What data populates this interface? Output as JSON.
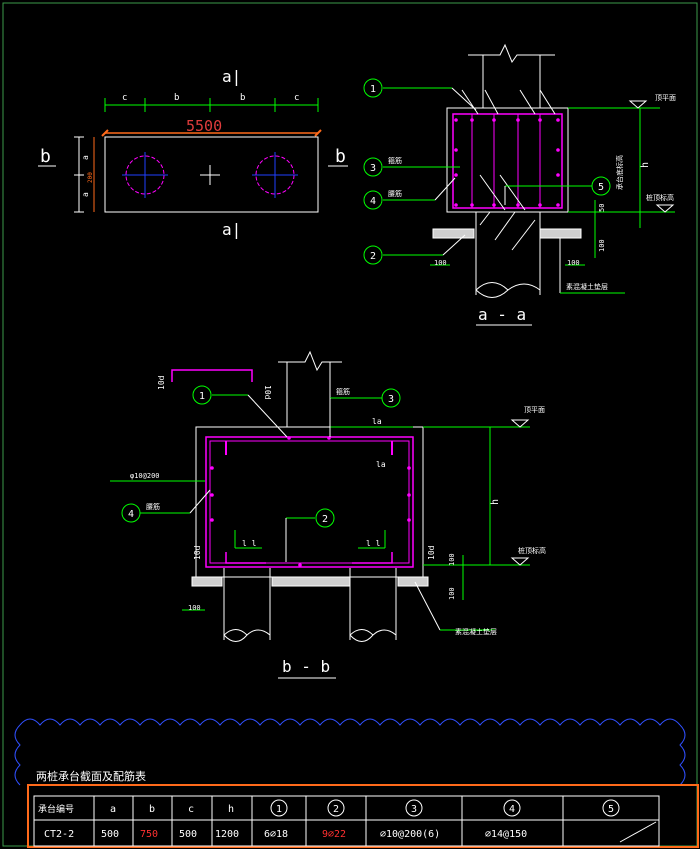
{
  "plan": {
    "section_a_top": "a|",
    "section_a_bottom": "a|",
    "section_b_left": "b",
    "section_b_right": "b",
    "dim_c_left": "c",
    "dim_b_left": "b",
    "dim_b_right": "b",
    "dim_c_right": "c",
    "total_length": "5500",
    "dim_a_top": "a",
    "dim_a_bottom": "a",
    "dim_side": "200"
  },
  "section_aa": {
    "title": "a - a",
    "callouts": [
      "1",
      "3",
      "4",
      "2",
      "5"
    ],
    "label_stirrup": "箍筋",
    "label_side_bar": "腰筋",
    "label_top_level": "顶平面",
    "label_bottom_level": "桩顶标高",
    "label_cap_bottom": "承台底标高",
    "label_cushion": "素混凝土垫层",
    "label_h": "h",
    "dim_100_left": "100",
    "dim_100_right": "100",
    "dim_50": "50",
    "dim_100_v": "100"
  },
  "section_bb": {
    "title": "b - b",
    "callouts": [
      "1",
      "3",
      "4",
      "2"
    ],
    "label_10d_top": "10d",
    "label_10d_right": "10d",
    "label_10d_left": "10d",
    "label_10d_bottom": "10d",
    "label_stirrup": "箍筋",
    "label_side_bar": "腰筋",
    "label_la_top": "la",
    "label_la_mid": "la",
    "label_spacing": "φ10@200",
    "label_ll_left": "l l",
    "label_ll_right": "l l",
    "label_top_level": "顶平面",
    "label_bottom_level": "桩顶标高",
    "label_cushion": "素混凝土垫层",
    "label_h": "h",
    "dim_100_left": "100",
    "dim_100_v1": "100",
    "dim_100_v2": "100"
  },
  "table": {
    "title": "两桩承台截面及配筋表",
    "headers": [
      "承台编号",
      "a",
      "b",
      "c",
      "h",
      "1",
      "2",
      "3",
      "4",
      "5"
    ],
    "row": [
      "CT2-2",
      "500",
      "750",
      "500",
      "1200",
      "6⌀18",
      "9⌀22",
      "⌀10@200(6)",
      "⌀14@150",
      ""
    ]
  },
  "colors": {
    "bg": "#000000",
    "frame": "#3c9a4a",
    "line": "#ffffff",
    "concrete": "#e0e0e0",
    "rebar": "#ff00ff",
    "callout": "#00ff00",
    "dim": "#00ff00",
    "title": "#e03c3c",
    "blue": "#2040ff",
    "orange": "#ff6a1a",
    "cloud": "#3050ff",
    "highlight": "#ff3030"
  }
}
